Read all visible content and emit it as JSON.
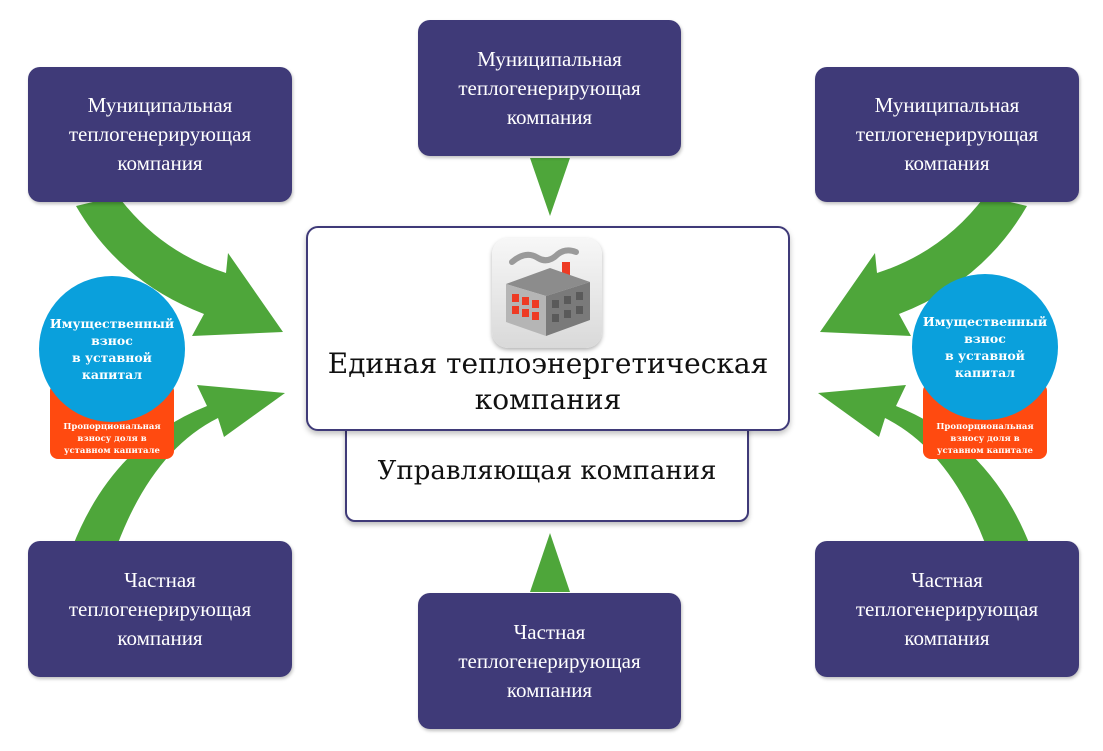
{
  "colors": {
    "box_fill": "#3f3a78",
    "arrow": "#4ea63a",
    "circle": "#0aa0dc",
    "share_block": "#ff4a10",
    "factory_window": "#ee3b24"
  },
  "boxes": {
    "top_left": [
      "Муниципальная",
      "теплогенерирующая",
      "компания"
    ],
    "top_center": [
      "Муниципальная",
      "теплогенерирующая",
      "компания"
    ],
    "top_right": [
      "Муниципальная",
      "теплогенерирующая",
      "компания"
    ],
    "bottom_left": [
      "Частная",
      "теплогенерирующая",
      "компания"
    ],
    "bottom_center": [
      "Частная",
      "теплогенерирующая",
      "компания"
    ],
    "bottom_right": [
      "Частная",
      "теплогенерирующая",
      "компания"
    ]
  },
  "center": {
    "title": [
      "Единая теплоэнергетическая",
      "компания"
    ],
    "icon": "factory-icon"
  },
  "management": {
    "label": "Управляющая компания"
  },
  "left_contribution": {
    "circle": [
      "Имущественный",
      "взнос",
      "в уставной",
      "капитал"
    ],
    "share": [
      "Пропорциональная",
      "взносу доля в",
      "уставном капитале"
    ]
  },
  "right_contribution": {
    "circle": [
      "Имущественный",
      "взнос",
      "в уставной",
      "капитал"
    ],
    "share": [
      "Пропорциональная",
      "взносу доля в",
      "уставном капитале"
    ]
  }
}
